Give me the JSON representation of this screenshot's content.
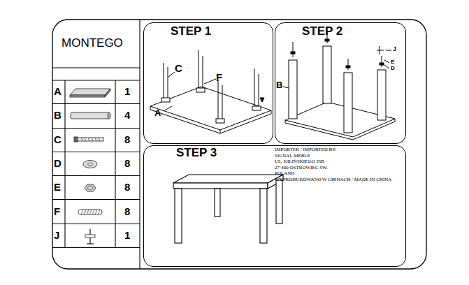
{
  "diagram": {
    "title": "MONTEGO",
    "nodes": [
      {
        "text": [
          "A",
          "1"
        ]
      },
      {
        "text": [
          "B",
          "4"
        ]
      },
      {
        "text": [
          "C",
          "8"
        ]
      },
      {
        "text": [
          "D",
          "8"
        ]
      },
      {
        "text": [
          "E",
          "8"
        ]
      },
      {
        "text": [
          "F",
          "8"
        ]
      },
      {
        "text": [
          "J",
          "1"
        ]
      },
      {
        "text": [
          "STEP 1"
        ]
      },
      {
        "text": [
          "STEP 2"
        ]
      },
      {
        "text": [
          "STEP 3",
          "IMPORTER / IMPORTED BY:",
          "SIGNAL MEBLE",
          "UL. KILIŃSKIEGO 35B",
          "27-400 OSTROWIEC ŚW.",
          "POLAND",
          "WYPRODUKOWANO W CHINACH / MADE IN CHINA"
        ]
      }
    ],
    "labels": [
      "C",
      "F",
      "A",
      "B",
      "J",
      "E",
      "D"
    ]
  }
}
